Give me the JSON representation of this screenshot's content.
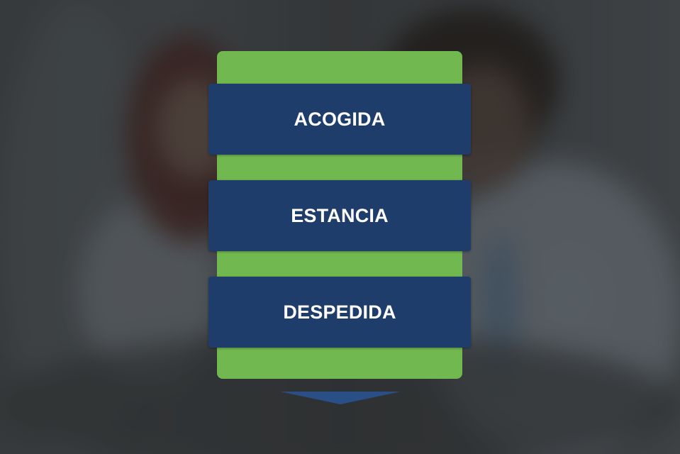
{
  "diagram": {
    "steps": [
      {
        "label": "ACOGIDA"
      },
      {
        "label": "ESTANCIA"
      },
      {
        "label": "DESPEDIDA"
      }
    ],
    "colors": {
      "panel": "#70b84f",
      "step": "#1f3d6b",
      "text": "#ffffff",
      "arrow": "#2a4f86"
    }
  }
}
